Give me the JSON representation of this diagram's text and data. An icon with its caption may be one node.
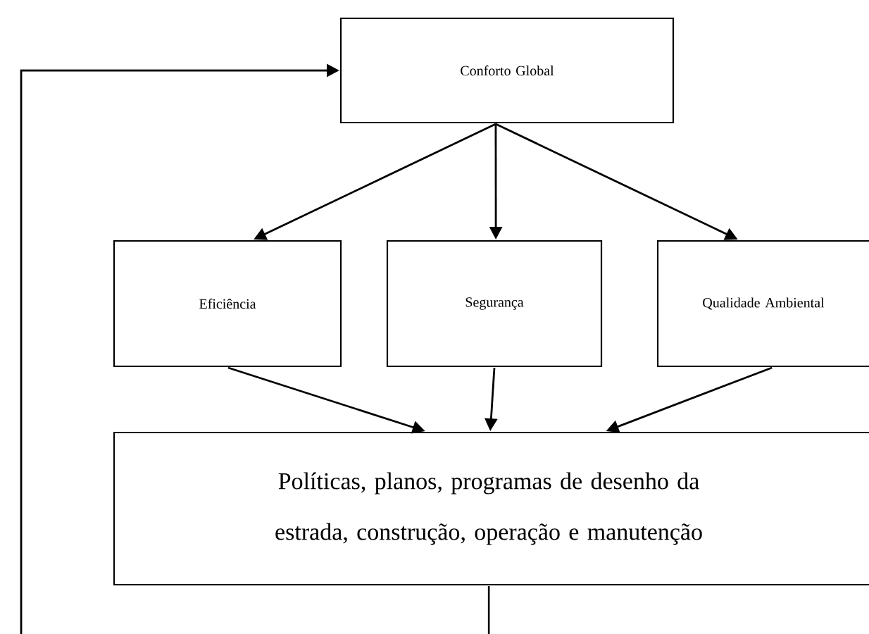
{
  "diagram": {
    "nodes": [
      {
        "text": [
          "Conforto Global"
        ]
      },
      {
        "text": [
          "Eficiência"
        ]
      },
      {
        "text": [
          "Segurança"
        ]
      },
      {
        "text": [
          "Qualidade Ambiental"
        ]
      },
      {
        "text": [
          "Políticas, planos, programas de desenho da estrada, construção, operação e manutenção"
        ]
      }
    ],
    "edges": [
      {
        "from": null,
        "to": 0,
        "arrow": "to"
      },
      {
        "from": 0,
        "to": 1,
        "arrow": "to"
      },
      {
        "from": 0,
        "to": 2,
        "arrow": "to"
      },
      {
        "from": 0,
        "to": 3,
        "arrow": "to"
      },
      {
        "from": 1,
        "to": 4,
        "arrow": "to"
      },
      {
        "from": 2,
        "to": 4,
        "arrow": "to"
      },
      {
        "from": 3,
        "to": 4,
        "arrow": "to"
      },
      {
        "from": 4,
        "to": null,
        "arrow": "none"
      }
    ]
  }
}
